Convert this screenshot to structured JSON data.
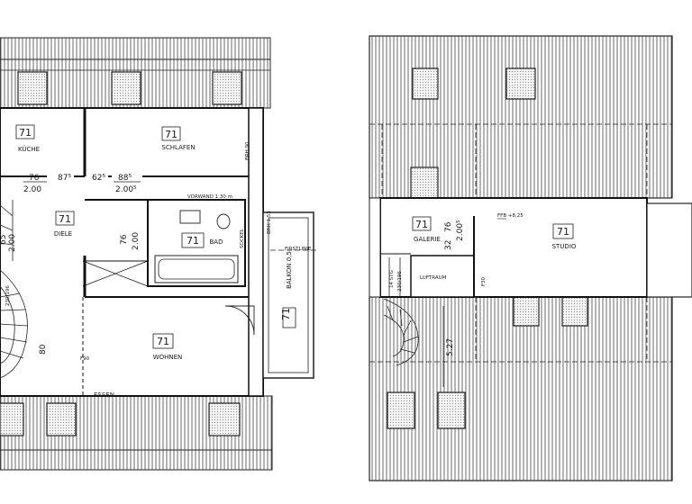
{
  "left_plan": {
    "rooms": {
      "kueche": {
        "number": "71",
        "name": "KÜCHE"
      },
      "schlafen": {
        "number": "71",
        "name": "SCHLAFEN"
      },
      "diele": {
        "number": "71",
        "name": "DIELE"
      },
      "bad": {
        "number": "71",
        "name": "BAD"
      },
      "wohnen": {
        "number": "71",
        "name": "WOHNEN"
      },
      "balkon": {
        "number": "71",
        "name": "BALKON 0,5"
      }
    },
    "labels": {
      "essen": "ESSEN",
      "vorwand": "VORWAND 1.30 m",
      "firstlinie": "FIRSTLINIE",
      "brh_90": "BRH 90",
      "brh_153": "BRH 1.53",
      "sockel": "SOCKEL",
      "f90": "F90",
      "stair_a": "230/196",
      "dim_80": "80"
    },
    "door_dims": {
      "d1_width": "76",
      "d1_height": "2.00",
      "d2_width": "87⁵",
      "d3_width": "62⁵",
      "d4_width": "88⁵",
      "d4_height": "2.00⁵",
      "d5_width": "76",
      "d5_height": "2.00",
      "d6_width": "65",
      "d6_height": "2.00"
    }
  },
  "right_plan": {
    "rooms": {
      "galerie": {
        "number": "71",
        "name": "GALERIE"
      },
      "studio": {
        "number": "71",
        "name": "STUDIO"
      }
    },
    "labels": {
      "luftraum": "LUFTRAUM",
      "ffb": "FFB +8,25",
      "dim_527": "5.27",
      "dim_32": "32",
      "dim_76": "76",
      "dim_200": "2.00⁵",
      "stair_a": "14 STG",
      "stair_b": "230/196",
      "f30": "F30"
    }
  }
}
